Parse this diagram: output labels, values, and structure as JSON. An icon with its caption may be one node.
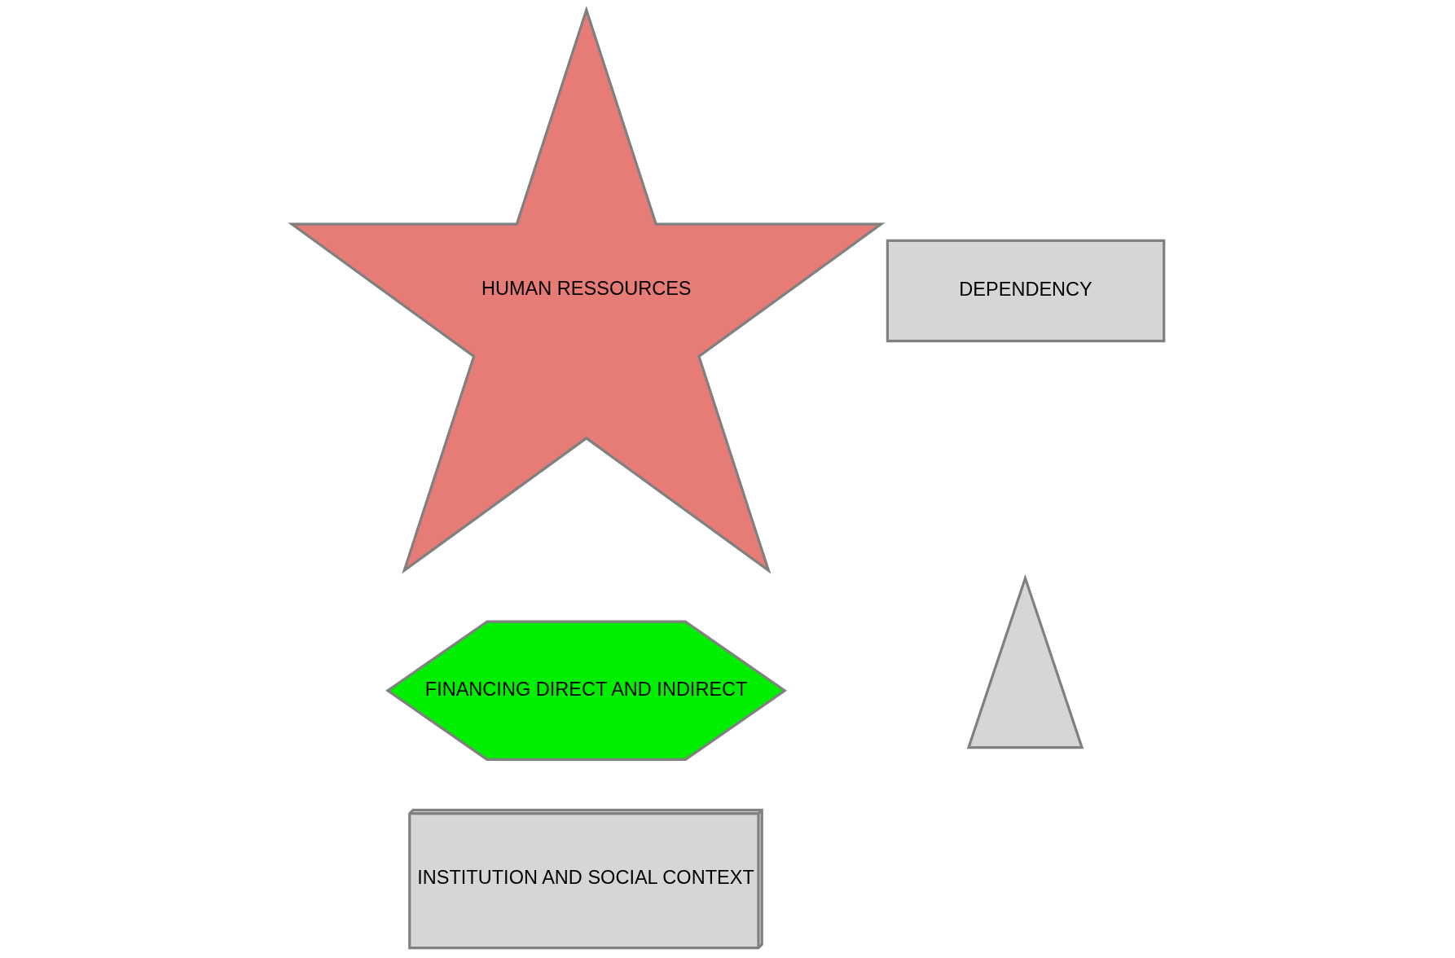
{
  "diagram": {
    "nodes": [
      {
        "text": [
          "INSTITUTION AND SOCIAL CONTEXT"
        ]
      },
      {
        "text": [
          "DEPENDENCY"
        ]
      },
      {
        "text": [
          "HUMAN RESSOURCES"
        ]
      },
      {
        "text": [],
        "shape": "triangle"
      },
      {
        "text": [
          "FINANCING DIRECT AND INDIRECT"
        ]
      }
    ]
  }
}
